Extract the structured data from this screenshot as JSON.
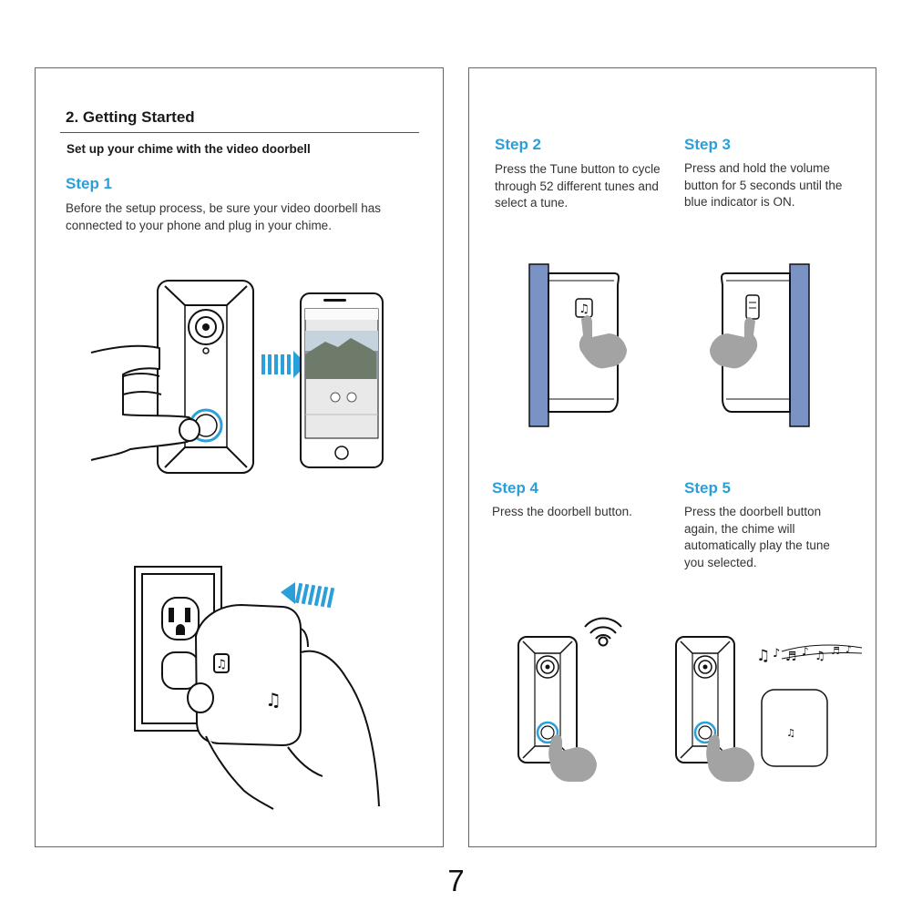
{
  "section": {
    "title": "2. Getting Started",
    "subtitle": "Set up your chime with the video doorbell"
  },
  "steps": [
    {
      "heading": "Step 1",
      "text": "Before the setup process, be sure your video doorbell has connected to your phone and plug in your chime."
    },
    {
      "heading": "Step 2",
      "text": "Press the Tune button to cycle through 52 different tunes and select a tune."
    },
    {
      "heading": "Step 3",
      "text": "Press and hold the volume button for 5 seconds until the blue indicator is ON."
    },
    {
      "heading": "Step 4",
      "text": "Press the doorbell button."
    },
    {
      "heading": "Step 5",
      "text": "Press the doorbell button again, the chime will automatically play the tune you selected."
    }
  ],
  "page_number": "7",
  "colors": {
    "accent": "#2b9fd9",
    "chime_side": "#7b92c4",
    "hand_gray": "#a3a3a3"
  },
  "icons": [
    "music-note-icon",
    "wifi-icon",
    "music-notes-icon",
    "arrow-right-icon",
    "arrow-left-icon"
  ]
}
